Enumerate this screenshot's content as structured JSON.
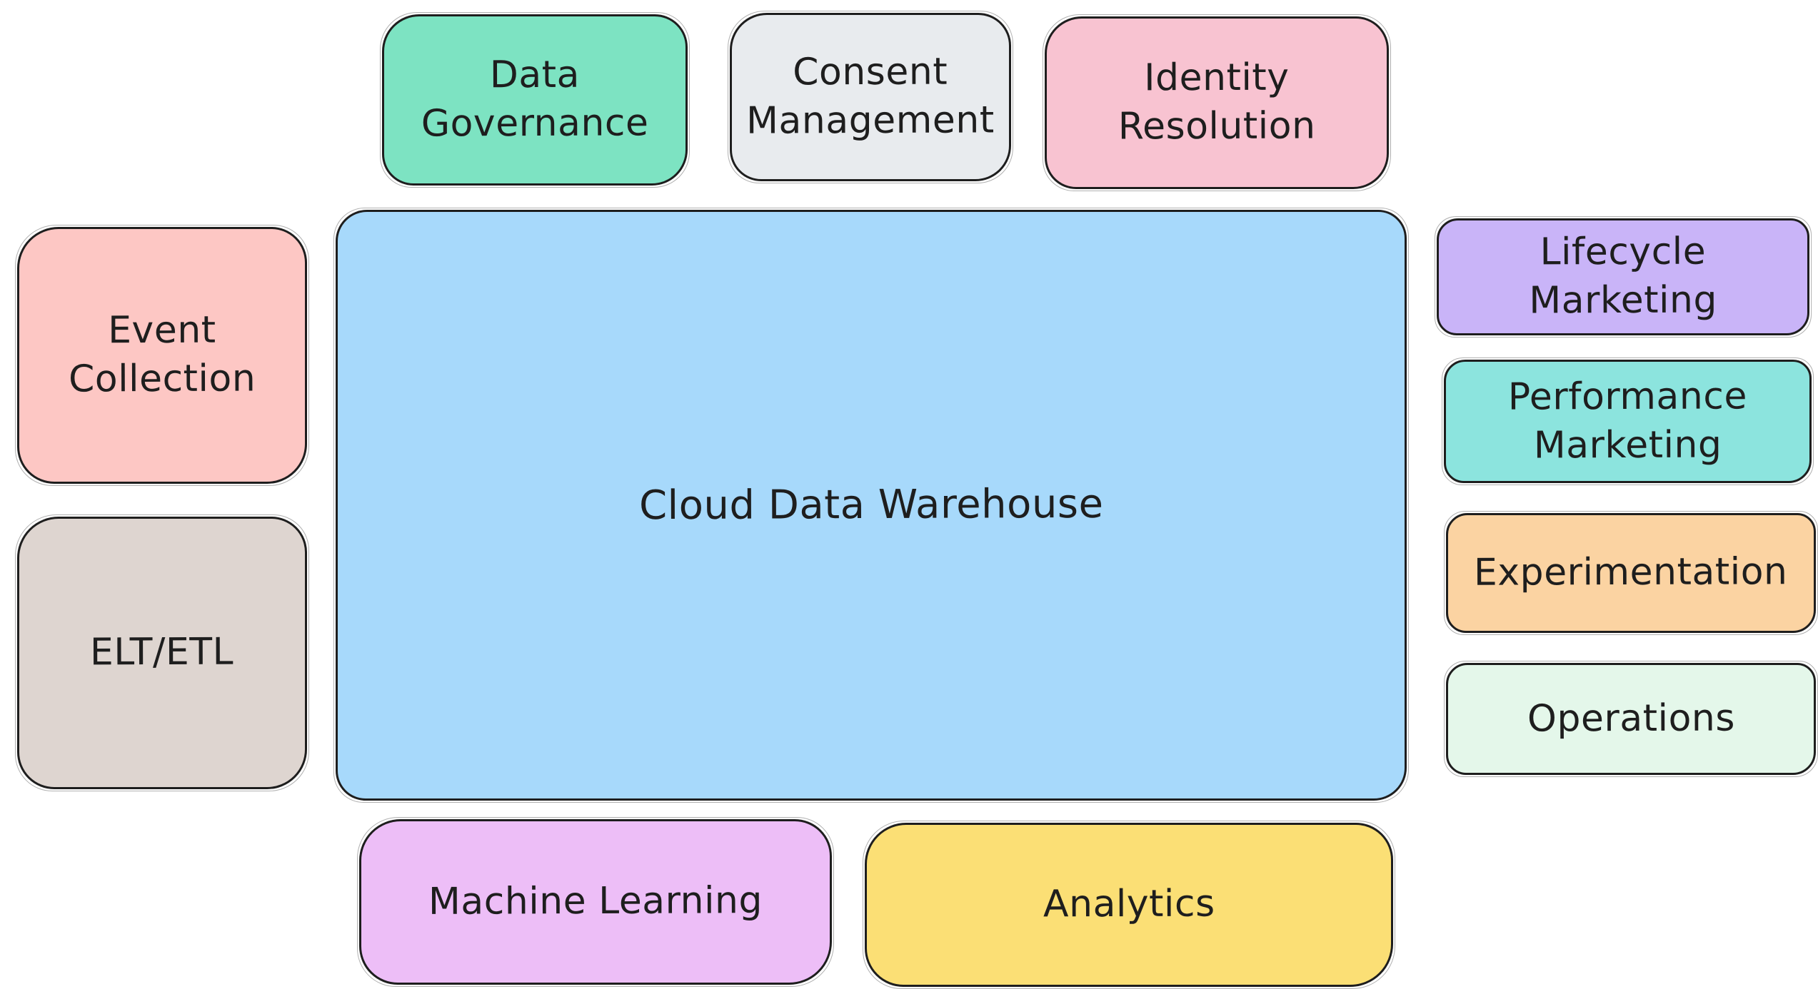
{
  "diagram": {
    "background": "#ffffff",
    "border_color": "#1e1e1e",
    "text_color": "#1e1e1e",
    "center": {
      "label": "Cloud Data Warehouse",
      "color": "#a7d9fb"
    },
    "top": [
      {
        "label": "Data Governance",
        "color": "#7de3c2"
      },
      {
        "label": "Consent Management",
        "color": "#e8ebee"
      },
      {
        "label": "Identity Resolution",
        "color": "#f8c3d1"
      }
    ],
    "left": [
      {
        "label": "Event Collection",
        "color": "#fdc7c4"
      },
      {
        "label": "ELT/ETL",
        "color": "#ded5d0"
      }
    ],
    "right": [
      {
        "label": "Lifecycle Marketing",
        "color": "#c9b4f8"
      },
      {
        "label": "Performance Marketing",
        "color": "#8ce4de"
      },
      {
        "label": "Experimentation",
        "color": "#fbd3a2"
      },
      {
        "label": "Operations",
        "color": "#e4f7ea"
      }
    ],
    "bottom": [
      {
        "label": "Machine Learning",
        "color": "#edbef7"
      },
      {
        "label": "Analytics",
        "color": "#fbdf75"
      }
    ]
  }
}
